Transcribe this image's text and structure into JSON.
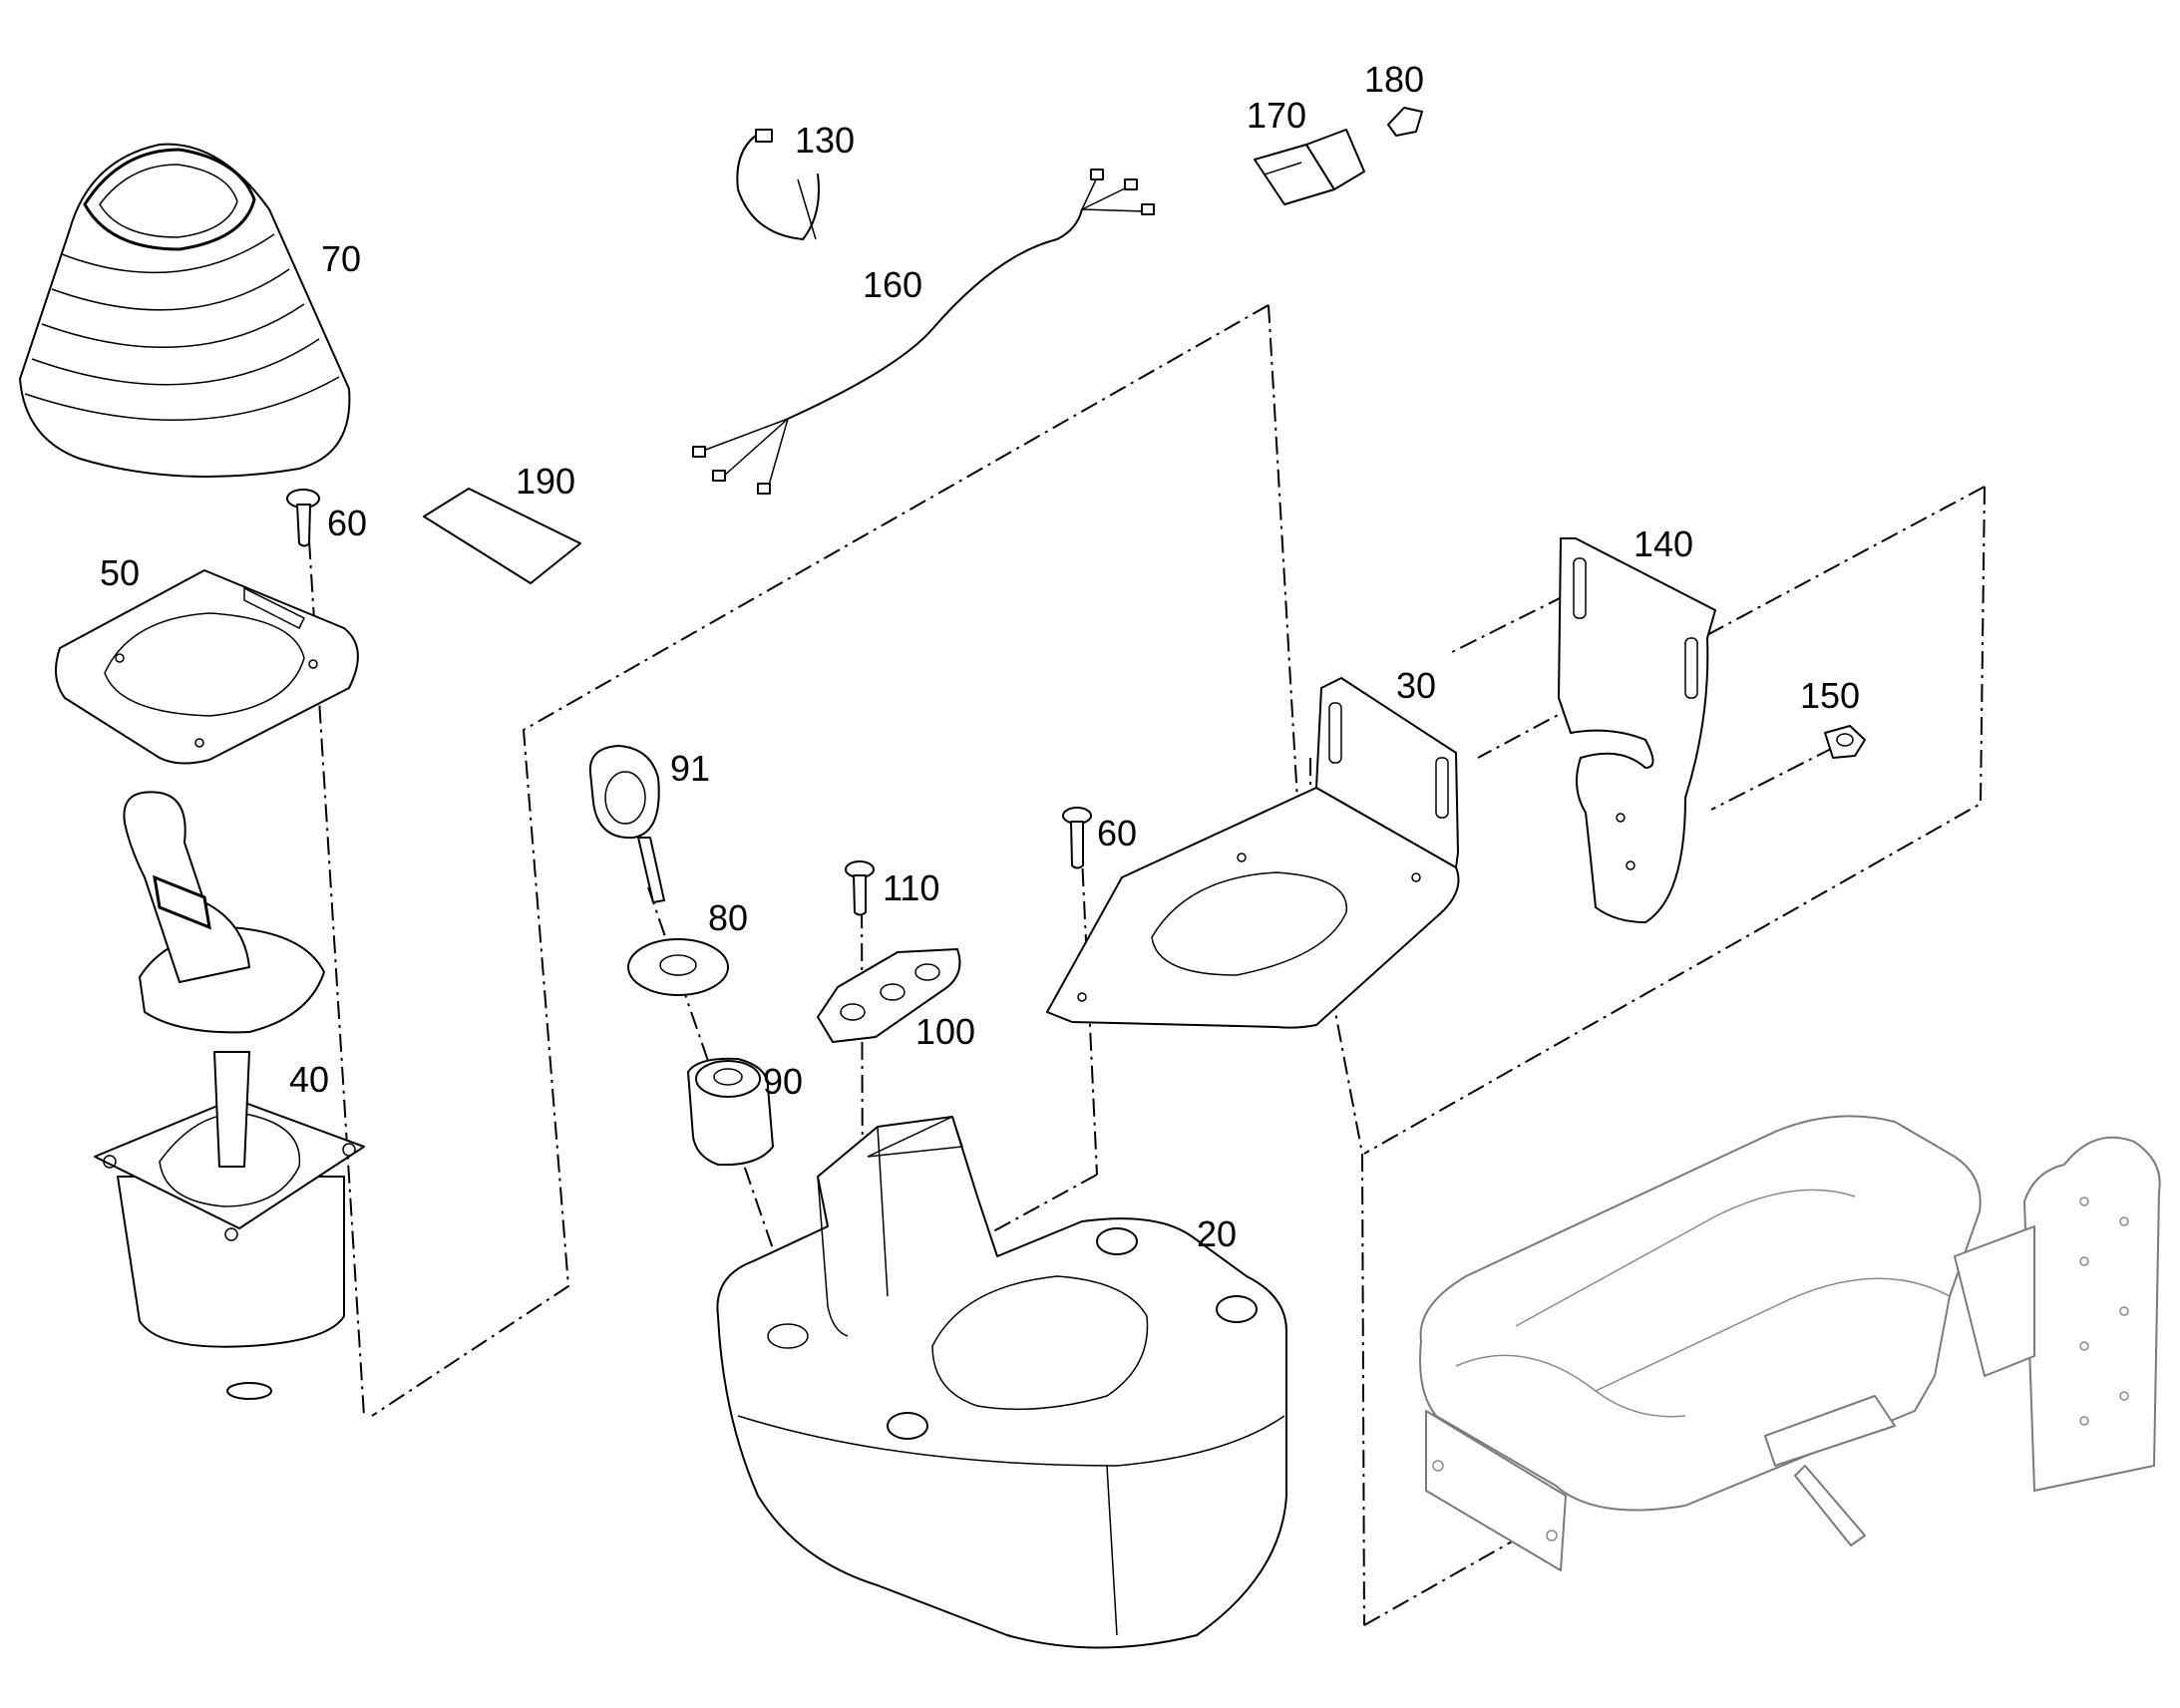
{
  "callouts": {
    "p20": "20",
    "p30": "30",
    "p40": "40",
    "p50": "50",
    "p60a": "60",
    "p60b": "60",
    "p70": "70",
    "p80": "80",
    "p90": "90",
    "p91": "91",
    "p100": "100",
    "p110": "110",
    "p130": "130",
    "p140": "140",
    "p150": "150",
    "p160": "160",
    "p170": "170",
    "p180": "180",
    "p190": "190"
  }
}
